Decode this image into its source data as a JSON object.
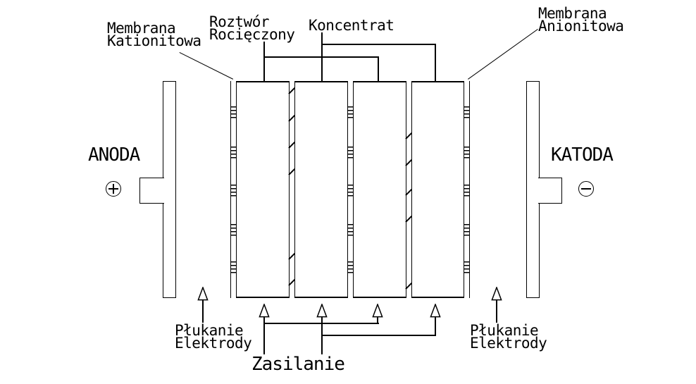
{
  "diagram": {
    "labels": {
      "membrane_cation_line1": "Membrana",
      "membrane_cation_line2": "Kationitowa",
      "diluate_line1": "Roztwór",
      "diluate_line2": "Rocięczony",
      "concentrate": "Koncentrat",
      "membrane_anion_line1": "Membrana",
      "membrane_anion_line2": "Anionitowa",
      "anode": "ANODA",
      "cathode": "KATODA",
      "rinse_left_line1": "Płukanie",
      "rinse_left_line2": "Elektrody",
      "rinse_right_line1": "Płukanie",
      "rinse_right_line2": "Elektrody",
      "feed": "Zasilanie"
    },
    "icons": {
      "anode_terminal": "plus-in-circle",
      "cathode_terminal": "minus-in-circle",
      "flow_arrows": "arrow-up-outline"
    },
    "colors": {
      "line": "#000000",
      "background": "#ffffff"
    }
  }
}
